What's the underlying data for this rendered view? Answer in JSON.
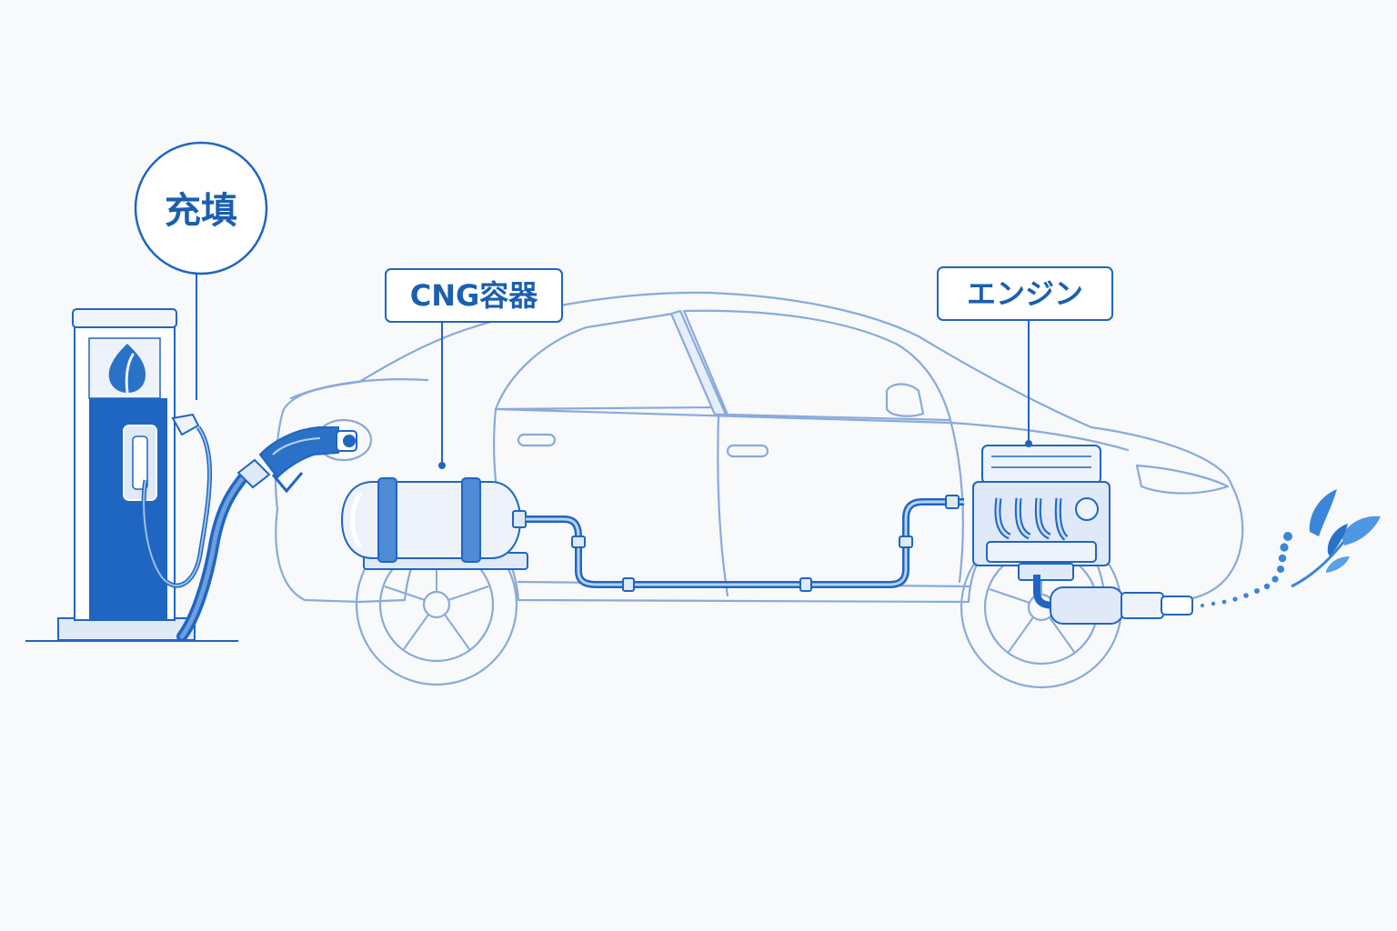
{
  "labels": {
    "fill": "充填",
    "tank": "CNG容器",
    "engine": "エンジン"
  },
  "icons": {
    "pump_emblem": "leaf-flame-icon",
    "exhaust_end": "leaves-icon"
  },
  "colors": {
    "background": "#f8f9fa",
    "outline": "#8aa9dc",
    "primary": "#1f66c2",
    "label_text": "#1a5fb0",
    "light_fill": "#e6eef9"
  }
}
